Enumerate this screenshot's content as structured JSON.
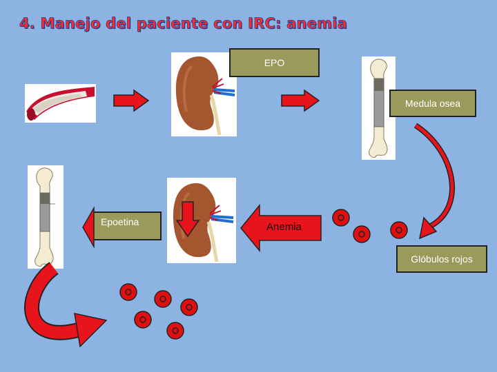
{
  "title": "4. Manejo del paciente con IRC: anemia",
  "labels": {
    "epo": "EPO",
    "medula": "Medula osea",
    "epoetina": "Epoetina",
    "anemia": "Anemia",
    "globulos": "Glóbulos rojos"
  },
  "colors": {
    "background": "#8db3e2",
    "title": "#ff2a2a",
    "arrow_red": "#e8141b",
    "cell_red": "#e01010",
    "label_box": "#9a9a5c",
    "kidney": "#a5562f"
  }
}
